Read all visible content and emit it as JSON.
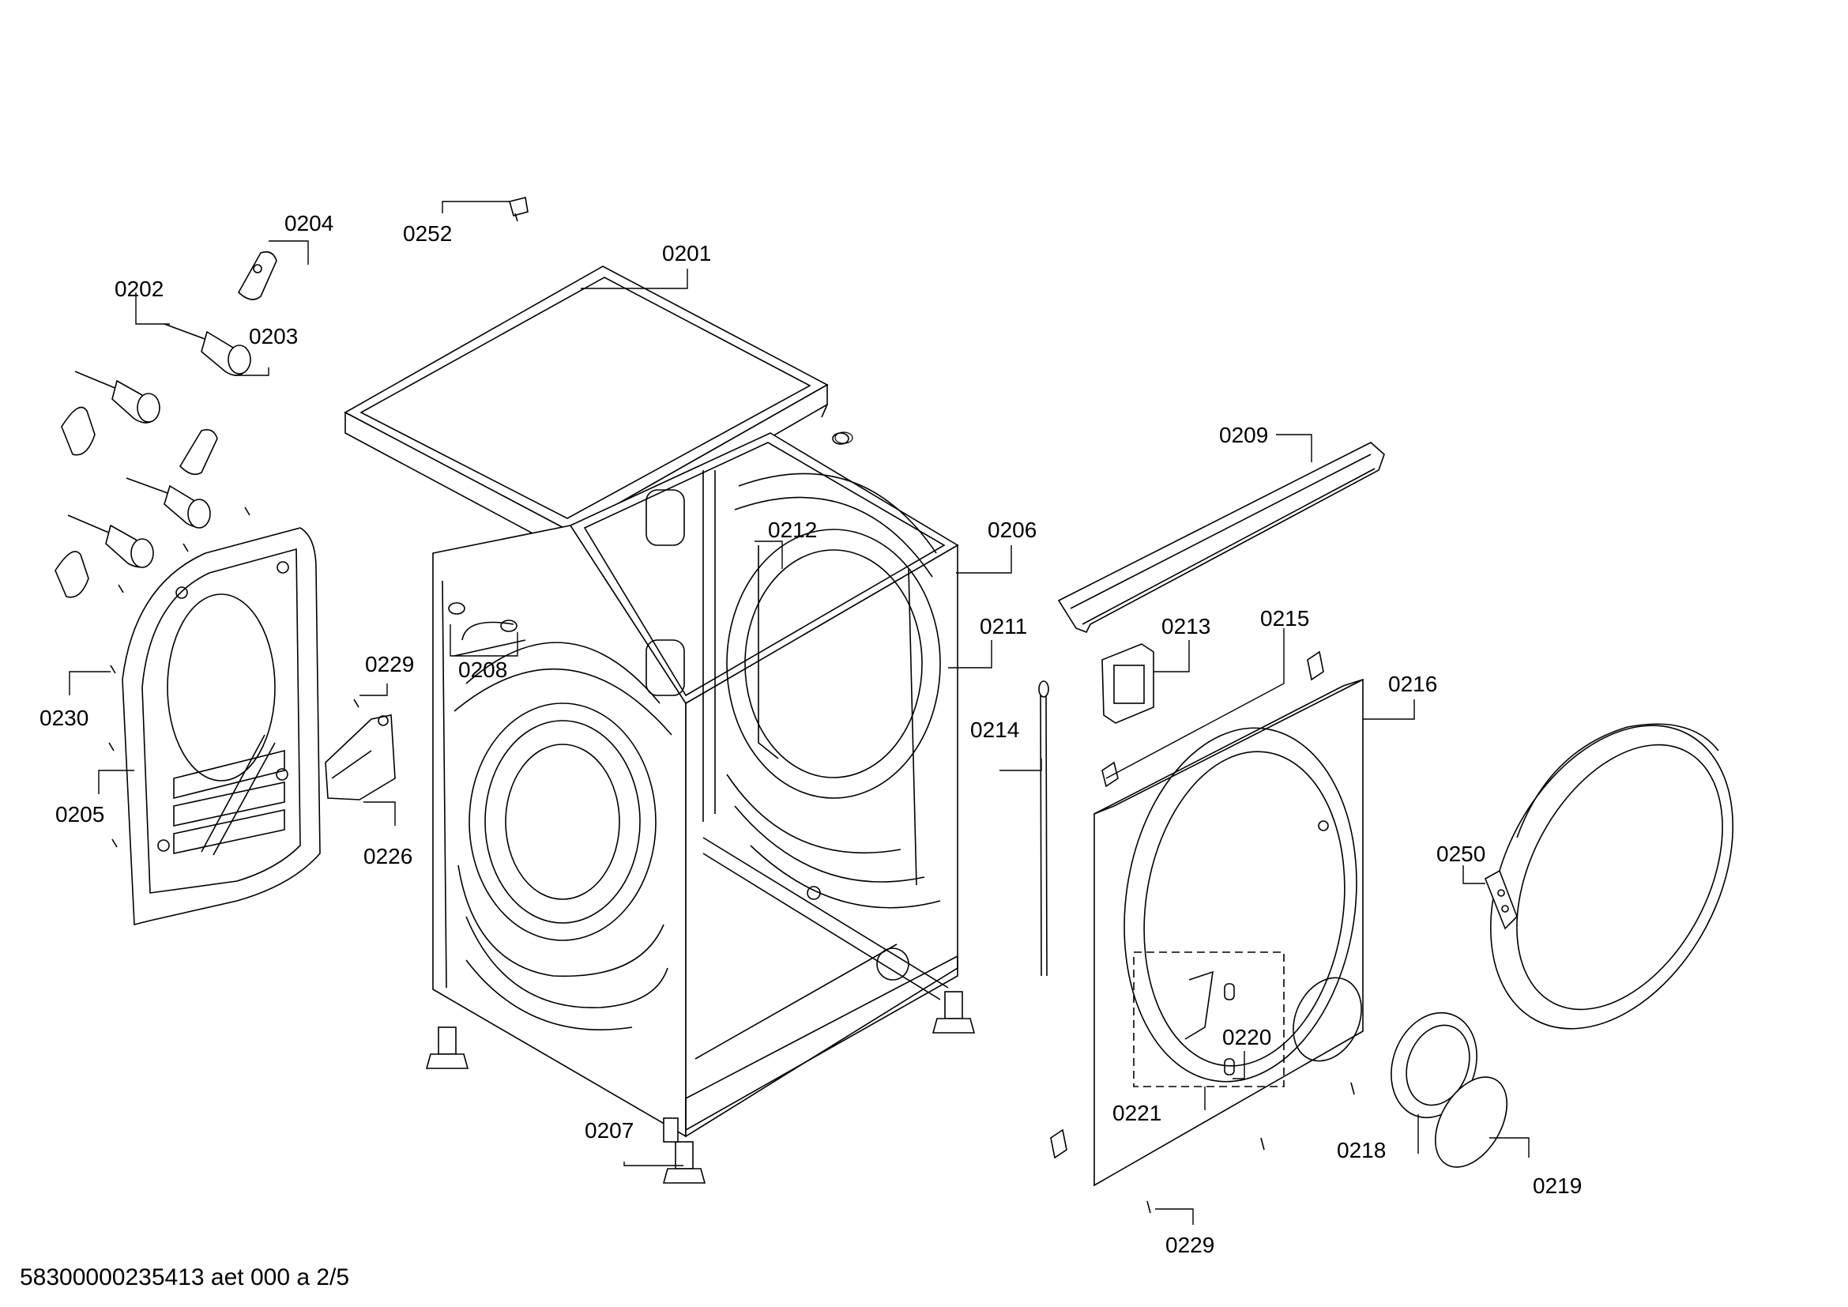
{
  "document": {
    "footer": "58300000235413 aet 000 a 2/5"
  },
  "parts": {
    "p0201": "0201",
    "p0202": "0202",
    "p0203": "0203",
    "p0204": "0204",
    "p0205": "0205",
    "p0206": "0206",
    "p0207": "0207",
    "p0208": "0208",
    "p0209": "0209",
    "p0211": "0211",
    "p0212": "0212",
    "p0213": "0213",
    "p0214": "0214",
    "p0215": "0215",
    "p0216": "0216",
    "p0218": "0218",
    "p0219": "0219",
    "p0220": "0220",
    "p0221": "0221",
    "p0226": "0226",
    "p0229a": "0229",
    "p0229b": "0229",
    "p0230": "0230",
    "p0250": "0250",
    "p0252": "0252"
  }
}
